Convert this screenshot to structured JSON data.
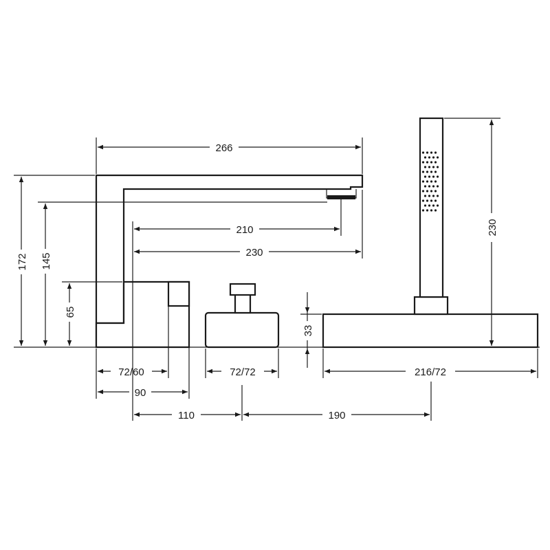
{
  "dimensions": {
    "spout_length": "266",
    "overall_height": "172",
    "outlet_height": "145",
    "base_height": "65",
    "outlet_reach": "210",
    "spout_reach": "230",
    "spout_base": "72/60",
    "spout_depth": "90",
    "spacing_spout_valve": "110",
    "valve_base": "72/72",
    "spacing_valve_shower": "190",
    "shower_base": "216/72",
    "shower_holder_height": "33",
    "hand_shower_height": "230"
  },
  "colors": {
    "line": "#1a1a1a",
    "background": "#ffffff"
  }
}
